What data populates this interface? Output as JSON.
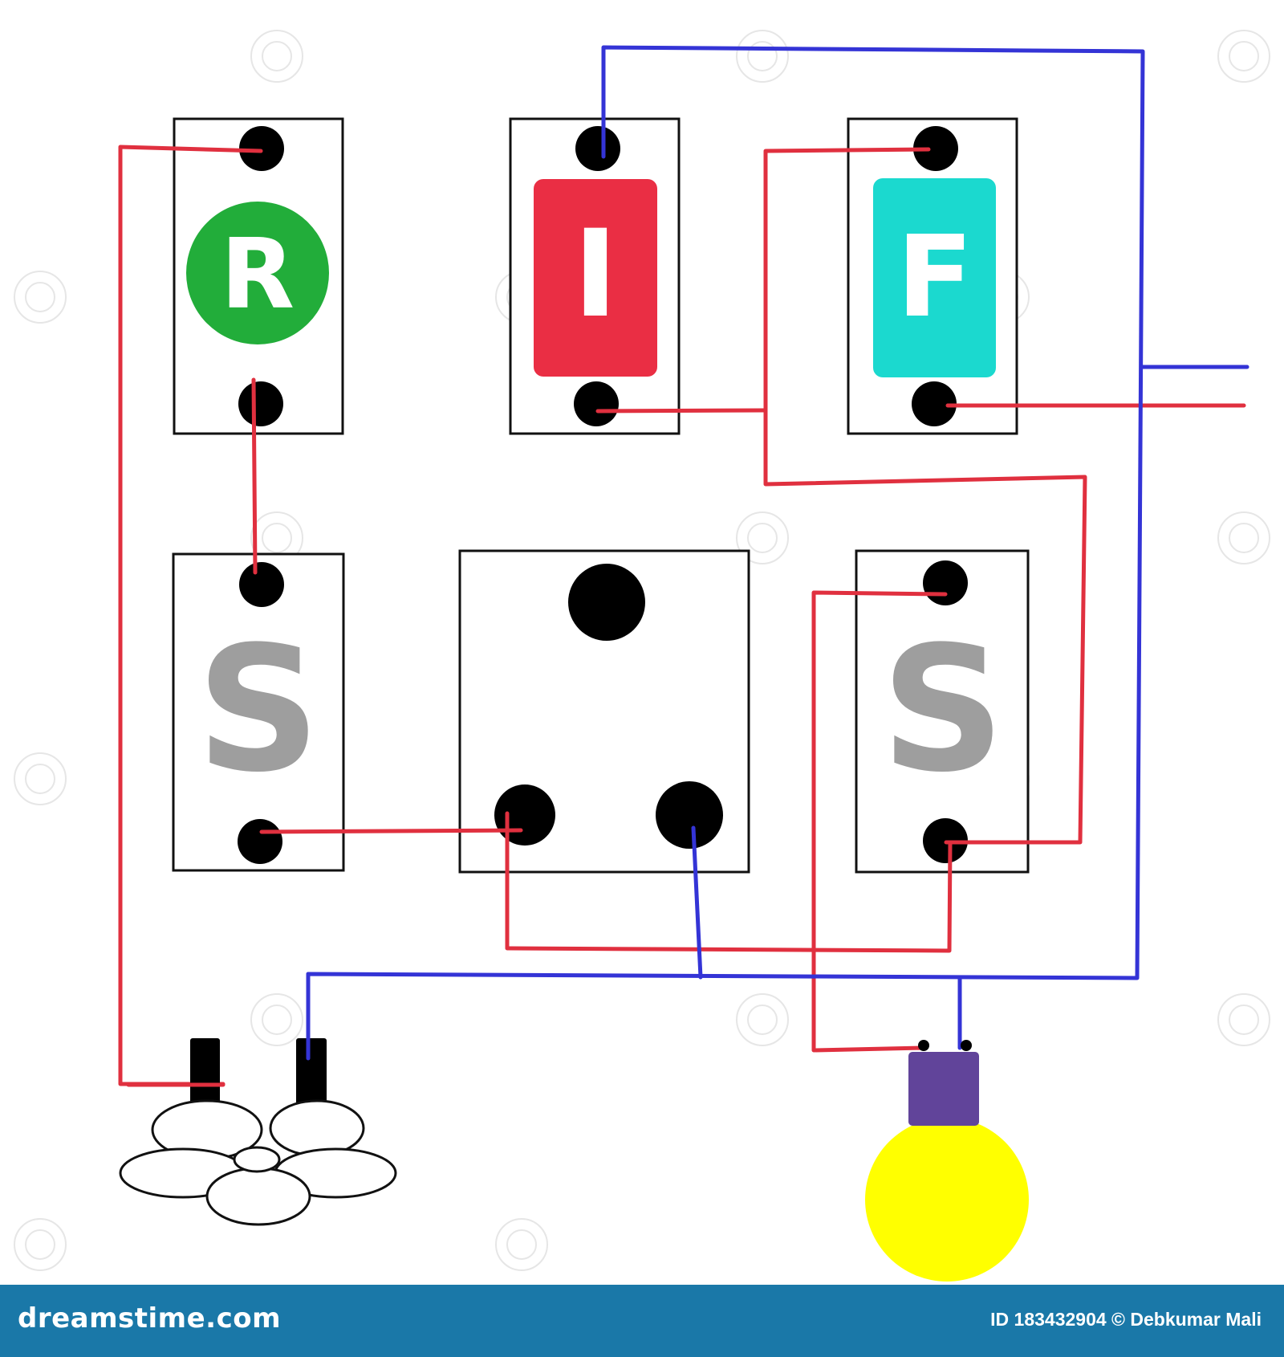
{
  "switches": {
    "regulator_letter": "R",
    "indicator_letter": "I",
    "fuse_letter": "F",
    "switch_left_letter": "S",
    "switch_right_letter": "S"
  },
  "colors": {
    "live_wire": "#e0303f",
    "neutral_wire": "#3434d6",
    "regulator": "#22ad3a",
    "indicator": "#ea2e44",
    "fuse": "#1bd9cf",
    "switch_letter": "#9e9e9e",
    "bulb_cap": "#61449a",
    "bulb_glass": "#ffff00",
    "footer_bg": "#1a78a8"
  },
  "footer": {
    "brand": "dreamstime.com",
    "credit": "ID 183432904 © Debkumar Mali"
  }
}
